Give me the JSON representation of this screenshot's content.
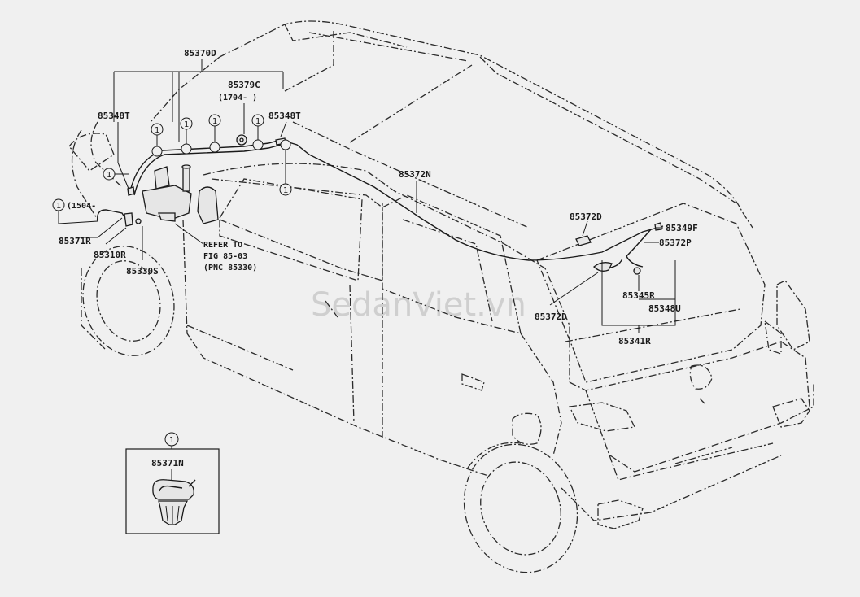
{
  "watermark": "SedanViet.vn",
  "labels": {
    "p85370D": "85370D",
    "p85379C": "85379C",
    "p85379C_note": "(1704-      )",
    "p85348T_left": "85348T",
    "p85348T_right": "85348T",
    "p85372N": "85372N",
    "p1504_note": "(1504-",
    "p85371R": "85371R",
    "p85310R": "85310R",
    "p85330S": "85330S",
    "refer_1": "REFER TO",
    "refer_2": "FIG 85-03",
    "refer_3": "(PNC 85330)",
    "p85372D_top": "85372D",
    "p85349F": "85349F",
    "p85372P": "85372P",
    "p85372D_bottom": "85372D",
    "p85345R": "85345R",
    "p85348U": "85348U",
    "p85341R": "85341R",
    "inset_part": "85371N",
    "callout_num": "1"
  }
}
